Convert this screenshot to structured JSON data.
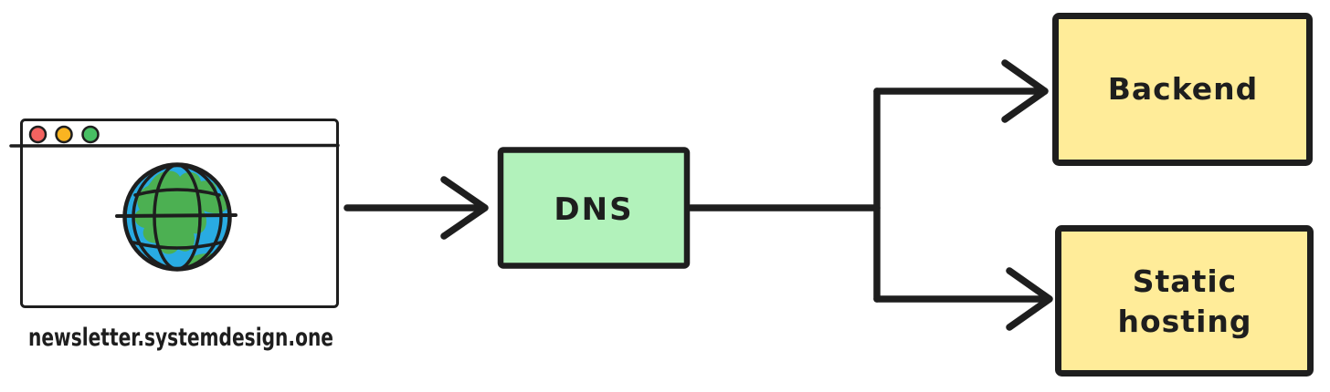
{
  "diagram": {
    "caption": "newsletter.systemdesign.one",
    "nodes": {
      "browser": {
        "type": "browser-window",
        "icon": "globe-icon",
        "traffic_lights": [
          "close",
          "minimize",
          "maximize"
        ]
      },
      "dns": {
        "label": "DNS"
      },
      "backend": {
        "label": "Backend"
      },
      "static_hosting": {
        "label": "Static hosting",
        "lines": [
          "Static",
          "hosting"
        ]
      }
    },
    "edges": [
      {
        "from": "browser",
        "to": "dns"
      },
      {
        "from": "dns",
        "to": "backend"
      },
      {
        "from": "dns",
        "to": "static_hosting"
      }
    ]
  },
  "colors": {
    "background": "#ffffff",
    "stroke": "#1e1e1e",
    "window_fill": "#ffffff",
    "dns_fill": "#b2f2bb",
    "backend_fill": "#ffec99",
    "static_hosting_fill": "#ffec99",
    "globe_ocean": "#29abe2",
    "globe_land": "#4cb052",
    "traffic_red": "#f46360",
    "traffic_yellow": "#fab421",
    "traffic_green": "#47bf63"
  }
}
